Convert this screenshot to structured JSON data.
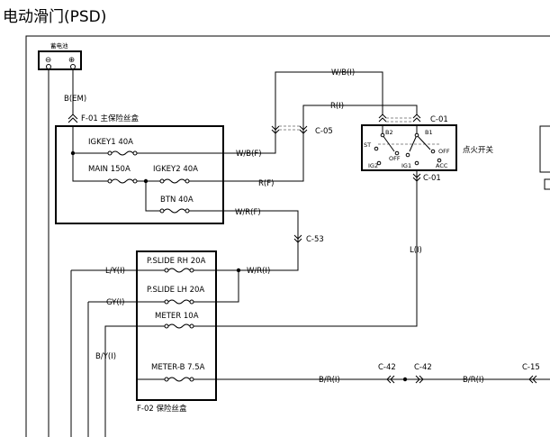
{
  "title": "电动滑门(PSD)",
  "battery": {
    "label": "蓄电池",
    "minus": "⊖",
    "plus": "⊕"
  },
  "wires": {
    "b_em": "B(EM)",
    "wb_i": "W/B(I)",
    "r_i": "R(I)",
    "wb_f": "W/B(F)",
    "r_f": "R(F)",
    "wr_f": "W/R(F)",
    "wr_i": "W/R(I)",
    "ly_i": "L/Y(I)",
    "gy_i": "GY(I)",
    "l_i": "L(I)",
    "by_i": "B/Y(I)",
    "br_i_left": "B/R(I)",
    "br_i_right": "B/R(I)"
  },
  "connectors": {
    "c05": "C-05",
    "c01_top": "C-01",
    "c01_bottom": "C-01",
    "c53": "C-53",
    "c42_left": "C-42",
    "c42_right": "C-42",
    "c15": "C-15"
  },
  "f01": {
    "label": "F-01  主保险丝盒",
    "fuses": [
      "IGKEY1 40A",
      "MAIN 150A",
      "IGKEY2 40A",
      "BTN 40A"
    ]
  },
  "f02": {
    "label": "F-02  保险丝盒",
    "fuses": [
      "P.SLIDE RH 20A",
      "P.SLIDE LH 20A",
      "METER 10A",
      "METER-B 7.5A"
    ]
  },
  "ignition": {
    "label": "点火开关",
    "terminals": {
      "b2": "B2",
      "b1": "B1",
      "st": "ST",
      "off_left": "OFF",
      "off_right": "OFF",
      "ig2": "IG2",
      "ig1": "IG1",
      "acc": "ACC"
    }
  }
}
